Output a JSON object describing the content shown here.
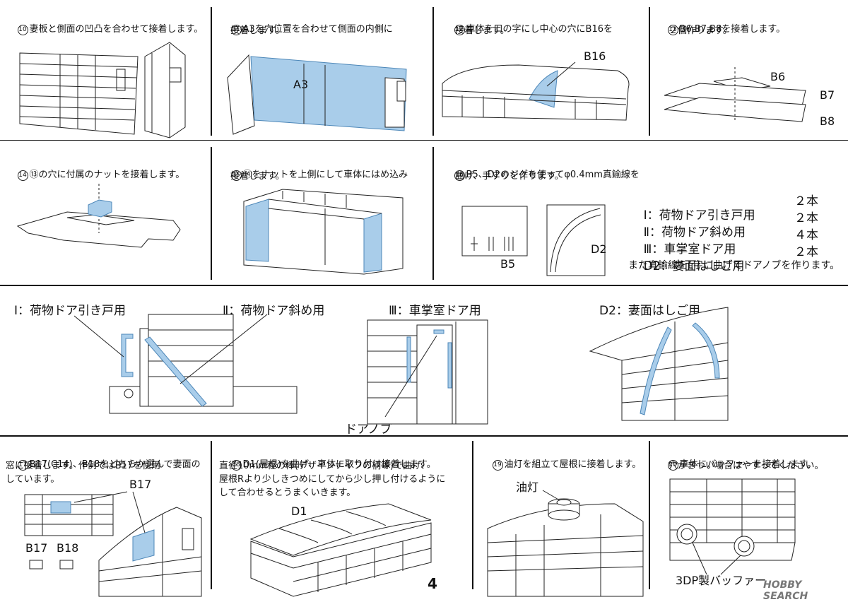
{
  "steps": {
    "s10": {
      "num": "10",
      "lines": [
        "妻板と側面の凹凸を合わせて接着します。"
      ]
    },
    "s11": {
      "num": "11",
      "lines": [
        "A3を穴位置を合わせて側面の内側に",
        "接着します。"
      ],
      "label_a3": "A3"
    },
    "s12": {
      "num": "12",
      "lines": [
        "車体を口の字にし中心の穴にB16を",
        "接着します。"
      ],
      "label_b16": "B16"
    },
    "s13": {
      "num": "13",
      "lines": [
        "B6,B7,B8を接着します。",
        "２個作ります。"
      ],
      "label_b6": "B6",
      "label_b7": "B7",
      "label_b8": "B8"
    },
    "s14": {
      "num": "14",
      "lines": [
        "⑬の穴に付属のナットを接着します。"
      ]
    },
    "s15": {
      "num": "15",
      "lines": [
        "⑭をナットを上側にして車体にはめ込み",
        "接着します。"
      ]
    },
    "s16": {
      "num": "16",
      "lines": [
        "B5、D2のジグを使ってφ0.4mm真鍮線を",
        "曲げ、手すりを作ります。"
      ],
      "label_b5": "B5",
      "label_d2": "D2",
      "list": [
        {
          "name": "Ⅰ：荷物ドア引き戸用",
          "qty": "２本"
        },
        {
          "name": "Ⅱ：荷物ドア斜め用",
          "qty": "２本"
        },
        {
          "name": "Ⅲ：車掌室ドア用",
          "qty": "４本"
        },
        {
          "name": "D2：妻面はしご用",
          "qty": "２本"
        }
      ],
      "note": "また真鍮線をL字に曲げてドアノブを作ります。"
    },
    "s17": {
      "num": "17",
      "lines": [
        "B17(C14)、B18をどちらか選んで妻面の",
        "窓に接着します。作例ではB17を使用",
        "しています。"
      ],
      "label_b17": "B17",
      "label_b17s": "B17",
      "label_b18s": "B18"
    },
    "s18": {
      "num": "18",
      "lines": [
        "D1(屋根)を曲げ、車体に取り付け接着します。",
        "直径10mm程の棒(デザインナイフの柄等)で曲げ、",
        "屋根Rより少しきつめにしてから少し押し付けるように",
        "して合わせるとうまくいきます。"
      ],
      "label_d1": "D1"
    },
    "s19": {
      "num": "19",
      "lines": [
        "油灯を組立て屋根に接着します。"
      ],
      "label_lamp": "油灯"
    },
    "s20": {
      "num": "20",
      "lines": [
        "車体にバッファーを接着します。",
        "穴がきつい場合はやすってください。"
      ],
      "label_buffer": "3DP製バッファー"
    }
  },
  "detail": {
    "label_1": "Ⅰ：荷物ドア引き戸用",
    "label_2": "Ⅱ：荷物ドア斜め用",
    "label_3": "Ⅲ：車掌室ドア用",
    "label_d2": "D2：妻面はしご用",
    "label_knob": "ドアノブ"
  },
  "page_number": "4",
  "watermark": "HOBBY SEARCH",
  "colors": {
    "part_blue": "#a9cdea",
    "part_stroke": "#4d87b8",
    "line": "#111111"
  }
}
